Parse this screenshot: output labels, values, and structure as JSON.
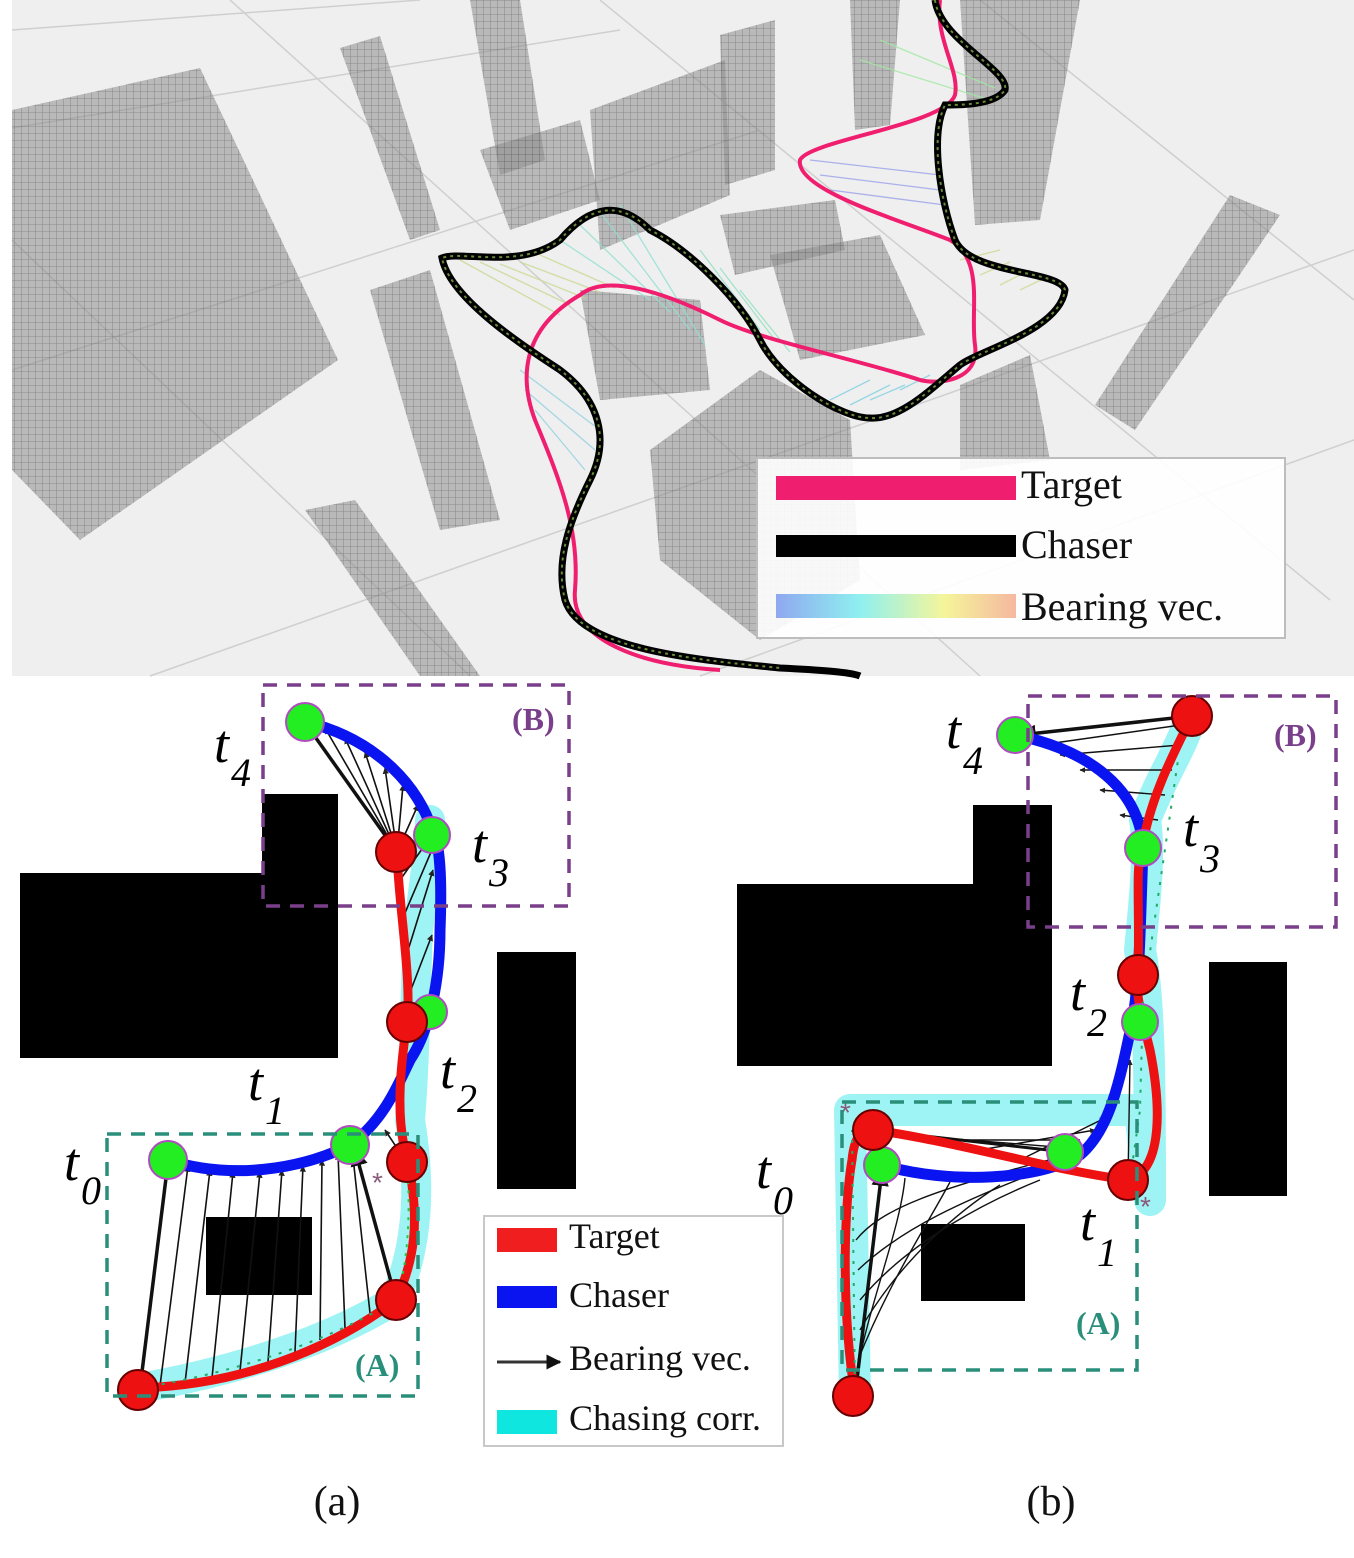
{
  "top_legend": {
    "items": [
      {
        "label": "Target",
        "color": "#f01e6e"
      },
      {
        "label": "Chaser",
        "color": "#000000"
      },
      {
        "label": "Bearing vec.",
        "color": "gradient"
      }
    ]
  },
  "panel_a": {
    "caption": "(a)",
    "box_a_label": "(A)",
    "box_b_label": "(B)",
    "time_labels": [
      {
        "base": "t",
        "sub": "0"
      },
      {
        "base": "t",
        "sub": "1"
      },
      {
        "base": "t",
        "sub": "2"
      },
      {
        "base": "t",
        "sub": "3"
      },
      {
        "base": "t",
        "sub": "4"
      }
    ]
  },
  "panel_b": {
    "caption": "(b)",
    "box_a_label": "(A)",
    "box_b_label": "(B)",
    "time_labels": [
      {
        "base": "t",
        "sub": "0"
      },
      {
        "base": "t",
        "sub": "1"
      },
      {
        "base": "t",
        "sub": "2"
      },
      {
        "base": "t",
        "sub": "3"
      },
      {
        "base": "t",
        "sub": "4"
      }
    ]
  },
  "bottom_legend": {
    "items": [
      {
        "label": "Target",
        "color": "#f01e1e"
      },
      {
        "label": "Chaser",
        "color": "#0a14f0"
      },
      {
        "label": "Bearing vec.",
        "color": "#333333"
      },
      {
        "label": "Chasing corr.",
        "color": "#10e6e0"
      }
    ]
  },
  "colors": {
    "target_node": "#ee1111",
    "chaser_node": "#22ee22",
    "corridor": "#9ef4f4",
    "box_a": "#2a8f7a",
    "box_b": "#7a3f8a"
  }
}
